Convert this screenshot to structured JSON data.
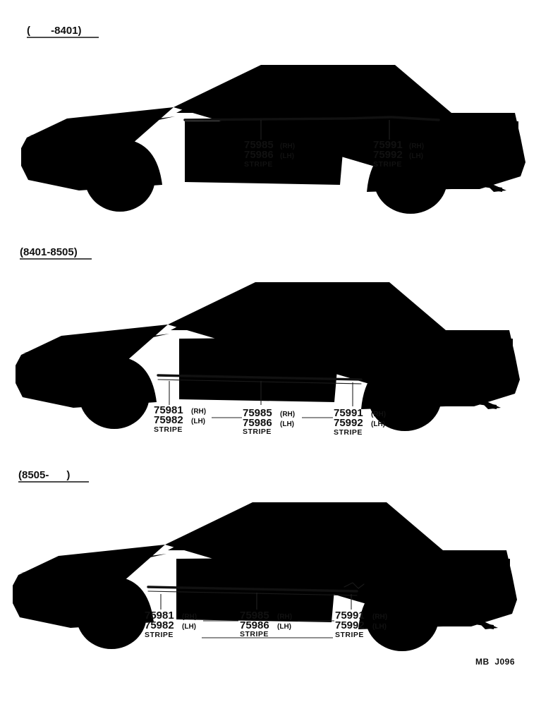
{
  "sections": [
    {
      "label": "(       -8401)",
      "callouts": [
        {
          "part_rh": "75985",
          "rh": "(RH)",
          "part_lh": "75986",
          "lh": "(LH)",
          "name": "STRIPE"
        },
        {
          "part_rh": "75991",
          "rh": "(RH)",
          "part_lh": "75992",
          "lh": "(LH)",
          "name": "STRIPE"
        }
      ]
    },
    {
      "label": "(8401-8505)",
      "callouts": [
        {
          "part_rh": "75981",
          "rh": "(RH)",
          "part_lh": "75982",
          "lh": "(LH)",
          "name": "STRIPE"
        },
        {
          "part_rh": "75985",
          "rh": "(RH)",
          "part_lh": "75986",
          "lh": "(LH)",
          "name": "STRIPE"
        },
        {
          "part_rh": "75991",
          "rh": "(RH)",
          "part_lh": "75992",
          "lh": "(LH)",
          "name": "STRIPE"
        }
      ]
    },
    {
      "label": "(8505-      )",
      "callouts": [
        {
          "part_rh": "75981",
          "rh": "(RH)",
          "part_lh": "75982",
          "lh": "(LH)",
          "name": "STRIPE"
        },
        {
          "part_rh": "75985",
          "rh": "(RH)",
          "part_lh": "75986",
          "lh": "(LH)",
          "name": "STRIPE"
        },
        {
          "part_rh": "75991",
          "rh": "(RH)",
          "part_lh": "75992",
          "lh": "(LH)",
          "name": "STRIPE"
        }
      ]
    }
  ],
  "reference": "MB  J096"
}
